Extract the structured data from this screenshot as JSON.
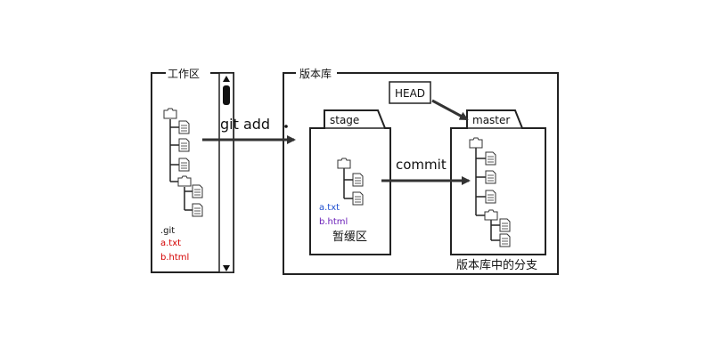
{
  "workspace": {
    "title": "工作区",
    "files": [
      {
        "name": ".git",
        "color": "#111111"
      },
      {
        "name": "a.txt",
        "color": "#d40000"
      },
      {
        "name": "b.html",
        "color": "#d40000"
      }
    ]
  },
  "repository": {
    "title": "版本库",
    "stage": {
      "tab_label": "stage",
      "caption": "暂缓区",
      "files": [
        {
          "name": "a.txt",
          "color": "#1f4fd0"
        },
        {
          "name": "b.html",
          "color": "#6a1fb8"
        }
      ]
    },
    "master": {
      "tab_label": "master",
      "caption": "版本库中的分支"
    },
    "head_label": "HEAD"
  },
  "arrows": {
    "git_add": "git add",
    "commit": "commit"
  }
}
